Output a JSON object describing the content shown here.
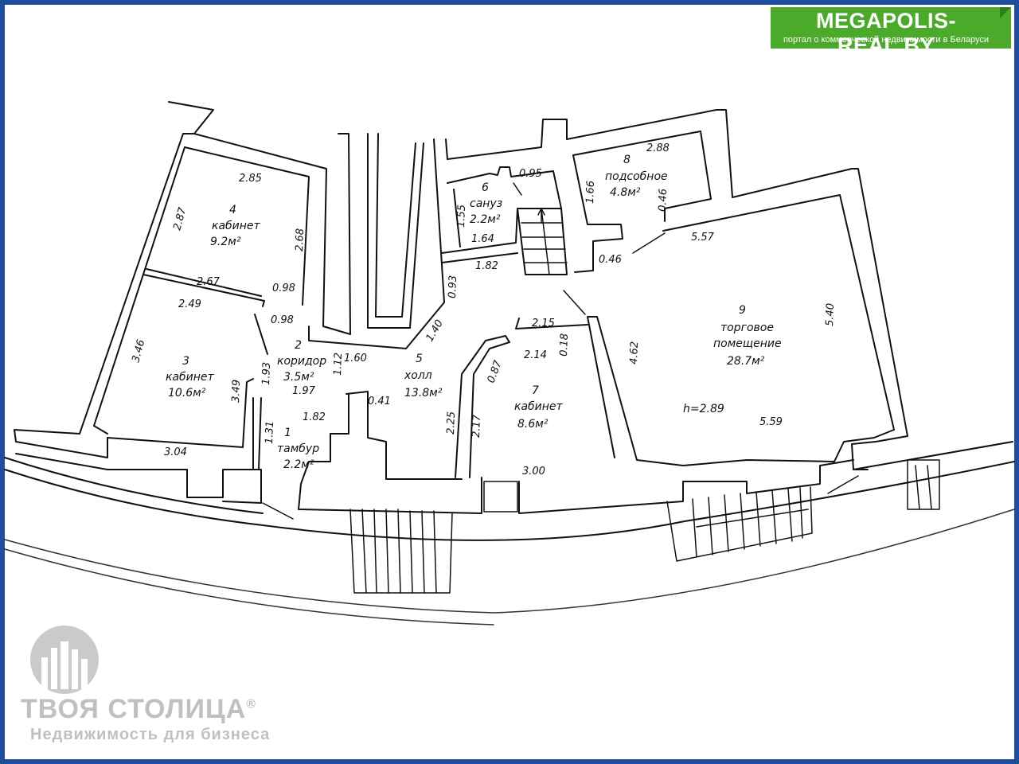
{
  "brand": {
    "name": "MEGAPOLIS-REAL.BY",
    "tagline": "портал о коммерческой недвижимости в Беларуси"
  },
  "watermark": {
    "title": "ТВОЯ СТОЛИЦА",
    "registered_mark": "®",
    "subtitle": "Недвижимость для бизнеса"
  },
  "rooms": [
    {
      "number": "1",
      "name": "тамбур",
      "area": "2.2м²"
    },
    {
      "number": "2",
      "name": "коридор",
      "area": "3.5м²"
    },
    {
      "number": "3",
      "name": "кабинет",
      "area": "10.6м²"
    },
    {
      "number": "4",
      "name": "кабинет",
      "area": "9.2м²"
    },
    {
      "number": "5",
      "name": "холл",
      "area": "13.8м²"
    },
    {
      "number": "6",
      "name": "сануз",
      "area": "2.2м²"
    },
    {
      "number": "7",
      "name": "кабинет",
      "area": "8.6м²"
    },
    {
      "number": "8",
      "name": "подсобное",
      "area": "4.8м²"
    },
    {
      "number": "9",
      "name": "торговое",
      "name2": "помещение",
      "area": "28.7м²"
    }
  ],
  "ceiling_height": "h=2.89",
  "dimensions": {
    "d_2_85": "2.85",
    "d_2_87": "2.87",
    "d_2_68": "2.68",
    "d_2_67": "2.67",
    "d_2_49": "2.49",
    "d_0_98a": "0.98",
    "d_0_98b": "0.98",
    "d_3_46": "3.46",
    "d_3_49": "3.49",
    "d_1_93": "1.93",
    "d_3_04": "3.04",
    "d_1_31": "1.31",
    "d_1_97": "1.97",
    "d_1_82a": "1.82",
    "d_1_12": "1.12",
    "d_1_60": "1.60",
    "d_1_40": "1.40",
    "d_0_93": "0.93",
    "d_1_82b": "1.82",
    "d_0_41": "0.41",
    "d_0_95": "0.95",
    "d_1_55": "1.55",
    "d_1_64": "1.64",
    "d_1_66": "1.66",
    "d_2_88": "2.88",
    "d_0_46a": "0.46",
    "d_0_46b": "0.46",
    "d_5_57": "5.57",
    "d_5_40": "5.40",
    "d_4_62": "4.62",
    "d_5_59": "5.59",
    "d_2_15": "2.15",
    "d_2_14": "2.14",
    "d_0_18": "0.18",
    "d_0_87": "0.87",
    "d_2_25": "2.25",
    "d_2_17": "2.17",
    "d_3_00": "3.00"
  }
}
